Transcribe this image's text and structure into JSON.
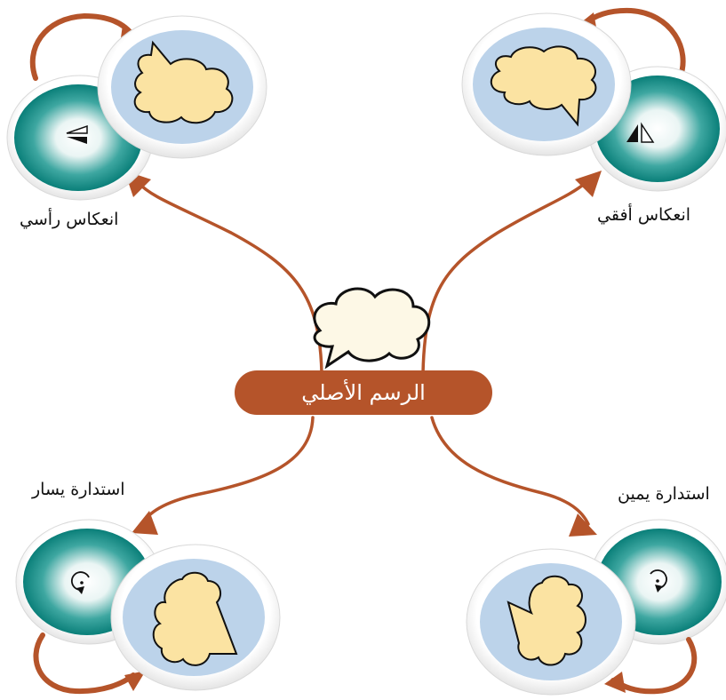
{
  "center": {
    "title": "الرسم الأصلي"
  },
  "branches": {
    "vertical_flip": {
      "label": "انعكاس رأسي",
      "tool_icon": "vertical-flip-icon",
      "shape_icon": "speech-cloud-shape"
    },
    "horizontal_flip": {
      "label": "انعكاس أفقي",
      "tool_icon": "horizontal-flip-icon",
      "shape_icon": "speech-cloud-shape"
    },
    "rotate_left": {
      "label": "استدارة يسار",
      "tool_icon": "rotate-left-icon",
      "shape_icon": "speech-cloud-shape"
    },
    "rotate_right": {
      "label": "استدارة يمين",
      "tool_icon": "rotate-right-icon",
      "shape_icon": "speech-cloud-shape"
    }
  },
  "colors": {
    "connector": "#b5542a",
    "teal": "#0f8c86",
    "light_blue": "#bcd3ea",
    "cloud_fill": "#fbe3a2",
    "center_cloud_fill": "#fdf8e6"
  }
}
